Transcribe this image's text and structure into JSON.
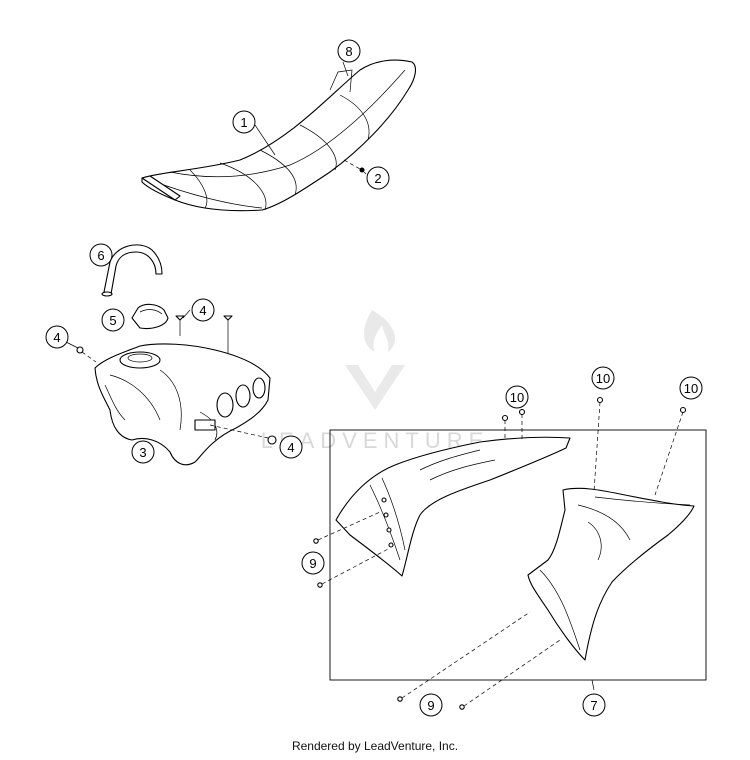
{
  "watermark": {
    "text": "LEADVENTURE"
  },
  "footer": {
    "text": "Rendered by LeadVenture, Inc."
  },
  "callouts": [
    "8",
    "1",
    "2",
    "6",
    "5",
    "4",
    "4",
    "3",
    "4",
    "10",
    "10",
    "10",
    "9",
    "9",
    "7"
  ],
  "parts": {
    "seat": "seat",
    "fuel_tank": "fuel tank",
    "fuel_cap": "fuel cap",
    "breather_hose": "breather hose",
    "spoiler_left": "spoiler left",
    "spoiler_right": "spoiler right"
  }
}
